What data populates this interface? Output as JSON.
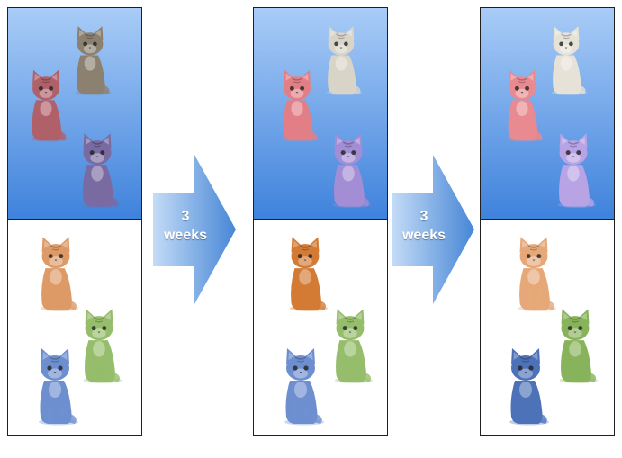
{
  "arrows": [
    {
      "line1": "3",
      "line2": "weeks"
    },
    {
      "line1": "3",
      "line2": "weeks"
    }
  ],
  "colors": {
    "sky_top": "#a9ccf7",
    "sky_bottom": "#3f82dc",
    "arrow_light": "#bcd6f5",
    "arrow_dark": "#4a8ad8",
    "cat_grey": "#8c8170",
    "cat_red": "#b06068",
    "cat_purple": "#7a6aa2",
    "cat_orange": "#dd9a66",
    "cat_green": "#95bd6b",
    "cat_blue": "#6e8fcf"
  },
  "panels": [
    {
      "cats": [
        "grey",
        "red",
        "purple",
        "orange",
        "green",
        "blue"
      ]
    },
    {
      "cats": [
        "white-grey",
        "salmon",
        "lavender",
        "orange",
        "green",
        "blue"
      ]
    },
    {
      "cats": [
        "white-grey",
        "pink",
        "lavender",
        "light-orange",
        "green",
        "blue"
      ]
    }
  ]
}
